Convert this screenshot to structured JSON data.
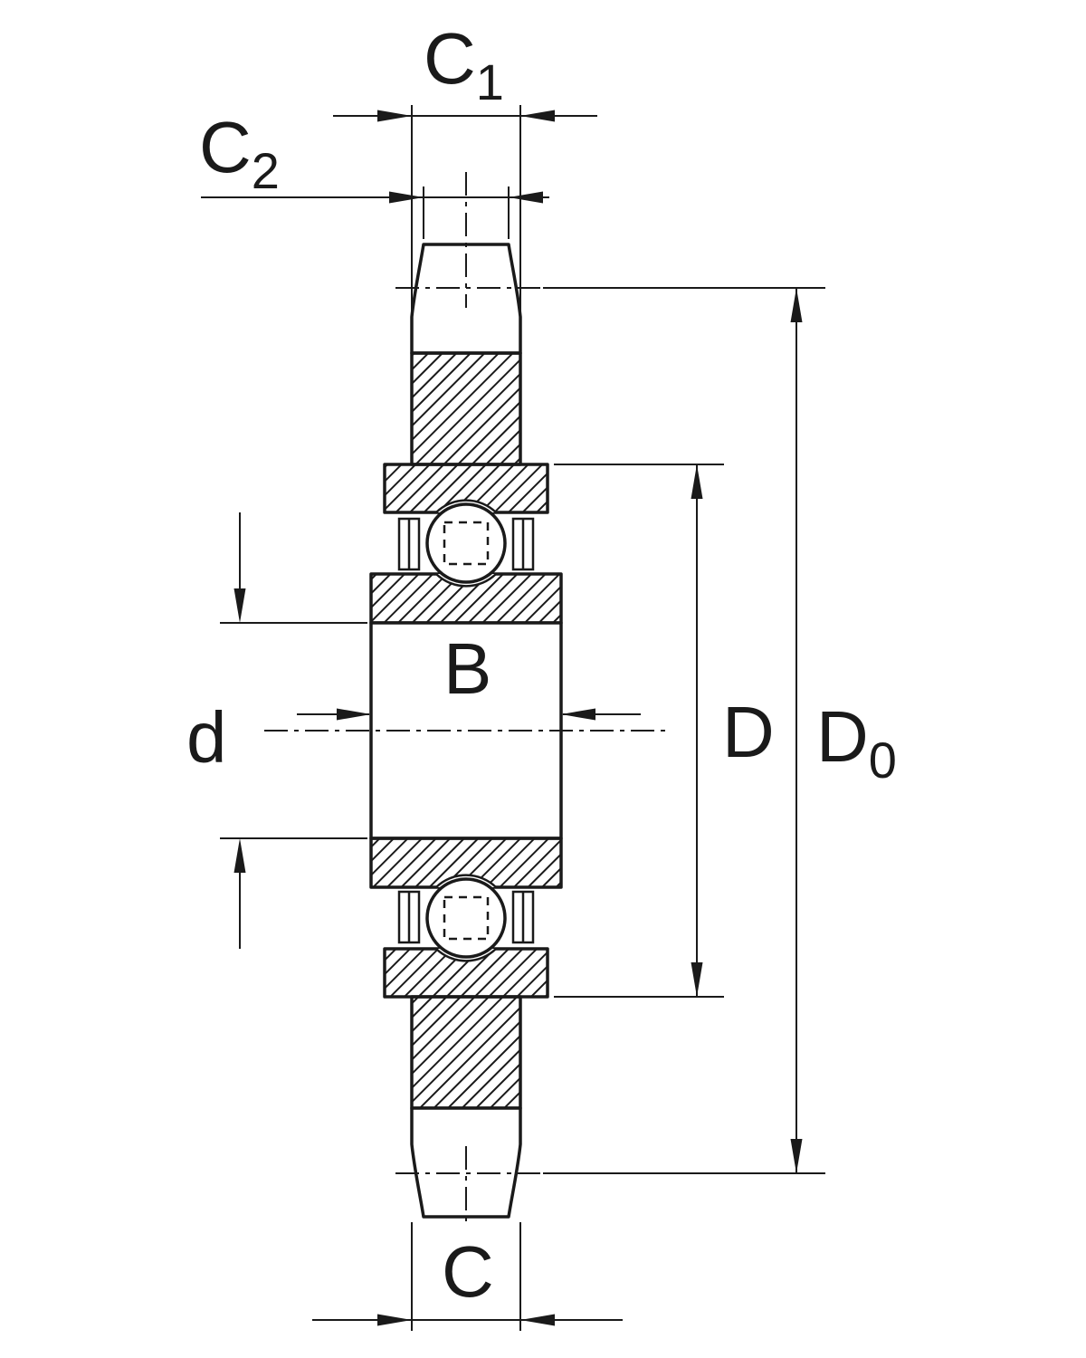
{
  "labels": {
    "c1": {
      "base": "C",
      "sub": "1"
    },
    "c2": {
      "base": "C",
      "sub": "2"
    },
    "b": {
      "base": "B",
      "sub": ""
    },
    "d": {
      "base": "d",
      "sub": ""
    },
    "D": {
      "base": "D",
      "sub": ""
    },
    "d0": {
      "base": "D",
      "sub": "0"
    },
    "c": {
      "base": "C",
      "sub": ""
    }
  },
  "colors": {
    "line": "#1a1a1a",
    "background": "#ffffff"
  }
}
